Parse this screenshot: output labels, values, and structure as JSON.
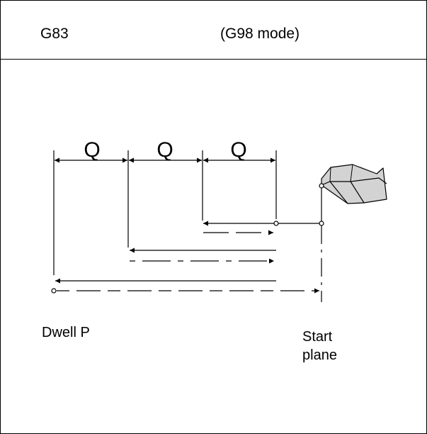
{
  "header": {
    "code": "G83",
    "mode": "(G98 mode)"
  },
  "diagram": {
    "q_labels": [
      "Q",
      "Q",
      "Q"
    ],
    "dwell_label": "Dwell P",
    "start_plane_line1": "Start",
    "start_plane_line2": "plane"
  }
}
